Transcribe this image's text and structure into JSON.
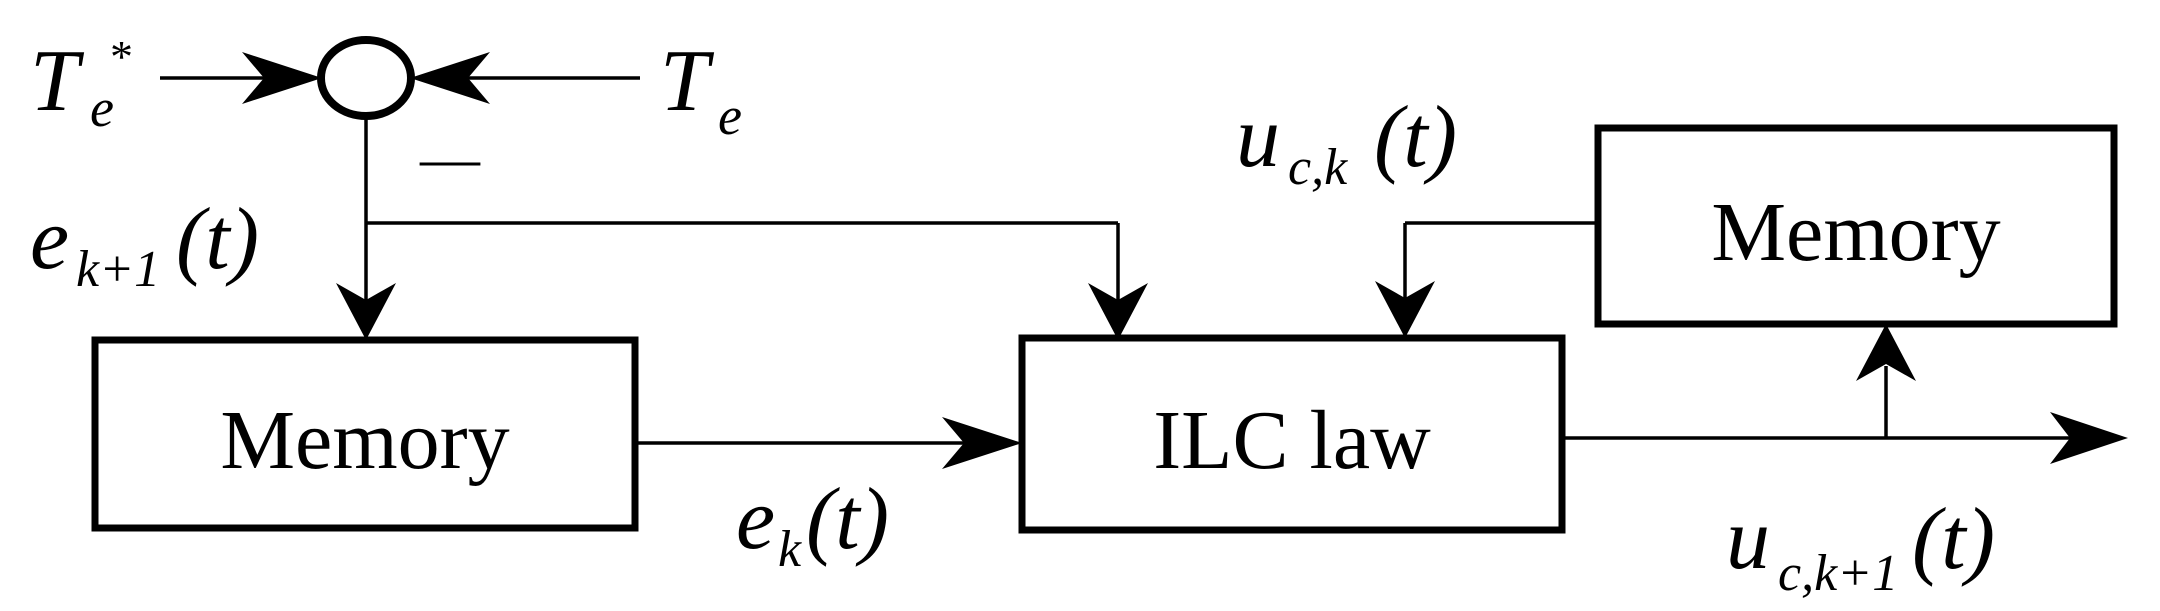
{
  "blocks": {
    "memory_left": "Memory",
    "ilc_law": "ILC law",
    "memory_right": "Memory"
  },
  "signals": {
    "te_ref": {
      "base": "T",
      "sub": "e",
      "sup": "*"
    },
    "te": {
      "base": "T",
      "sub": "e"
    },
    "minus_sign": "—",
    "e_k1": {
      "base": "e",
      "sub": "k+1",
      "arg": "(t)"
    },
    "e_k": {
      "base": "e",
      "sub": "k",
      "arg": "(t)"
    },
    "u_ck": {
      "base": "u",
      "sub": "c,k",
      "arg": "(t)"
    },
    "u_ck1": {
      "base": "u",
      "sub": "c,k+1",
      "arg": "(t)"
    }
  }
}
